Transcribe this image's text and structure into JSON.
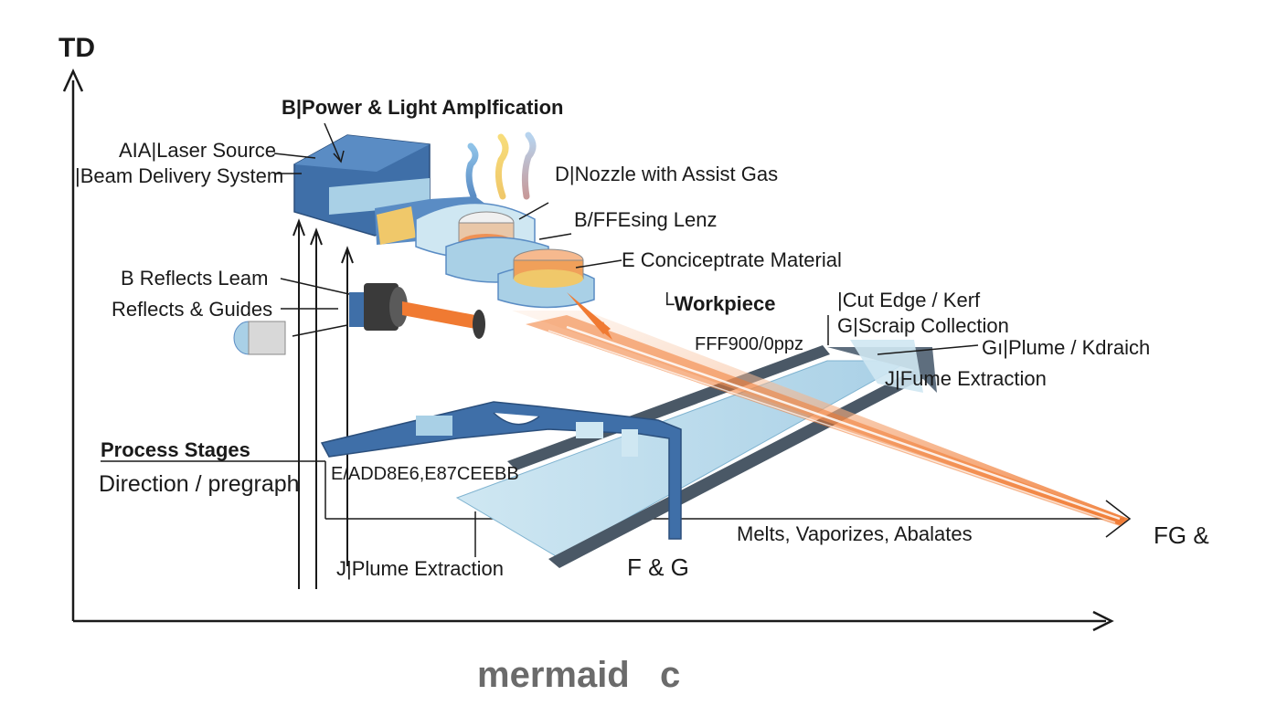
{
  "axes": {
    "y_title": "TD"
  },
  "labels": {
    "power": "B|Power & Light Amplfication",
    "laser_source": "AIA|Laser Source",
    "beam_delivery": "|Beam Delivery System",
    "nozzle": "D|Nozzle with Assist Gas",
    "focusing_lens": "B/FFEsing Lenz",
    "concentrate": "E Conciceptrate Material",
    "workpiece": "└Workpiece",
    "reflects_leam": "B Reflects Leam",
    "reflects_guides": "Reflects & Guides",
    "cut_edge": "|Cut Edge / Kerf",
    "scrap": "G|Scraip Collection",
    "code_top": "FFF900/0ppz",
    "plume_kdraich": "Gı|Plume / Kdraich",
    "fume_extraction": "J|Fume Extraction",
    "process_stages": "Process Stages",
    "direction": "Direction / pregraph",
    "code_mid": "E/ADD8E6,E87CEEBB",
    "melts": "Melts, Vaporizes, Abalates",
    "fg_right": "FG &",
    "plume_extraction": "J|Plume Extraction",
    "f_and_g": "F & G"
  },
  "logo": {
    "text": "mermaid",
    "mark": "ϲ"
  },
  "colors": {
    "dark_blue": "#3f6fa8",
    "mid_blue": "#5a8cc4",
    "light_blue": "#a9d0e6",
    "pale_blue": "#cfe7f2",
    "orange": "#f07a32",
    "light_orange": "#f6b98e",
    "gold": "#f0c86a",
    "slate": "#4a5866",
    "line": "#1a1a1a"
  }
}
